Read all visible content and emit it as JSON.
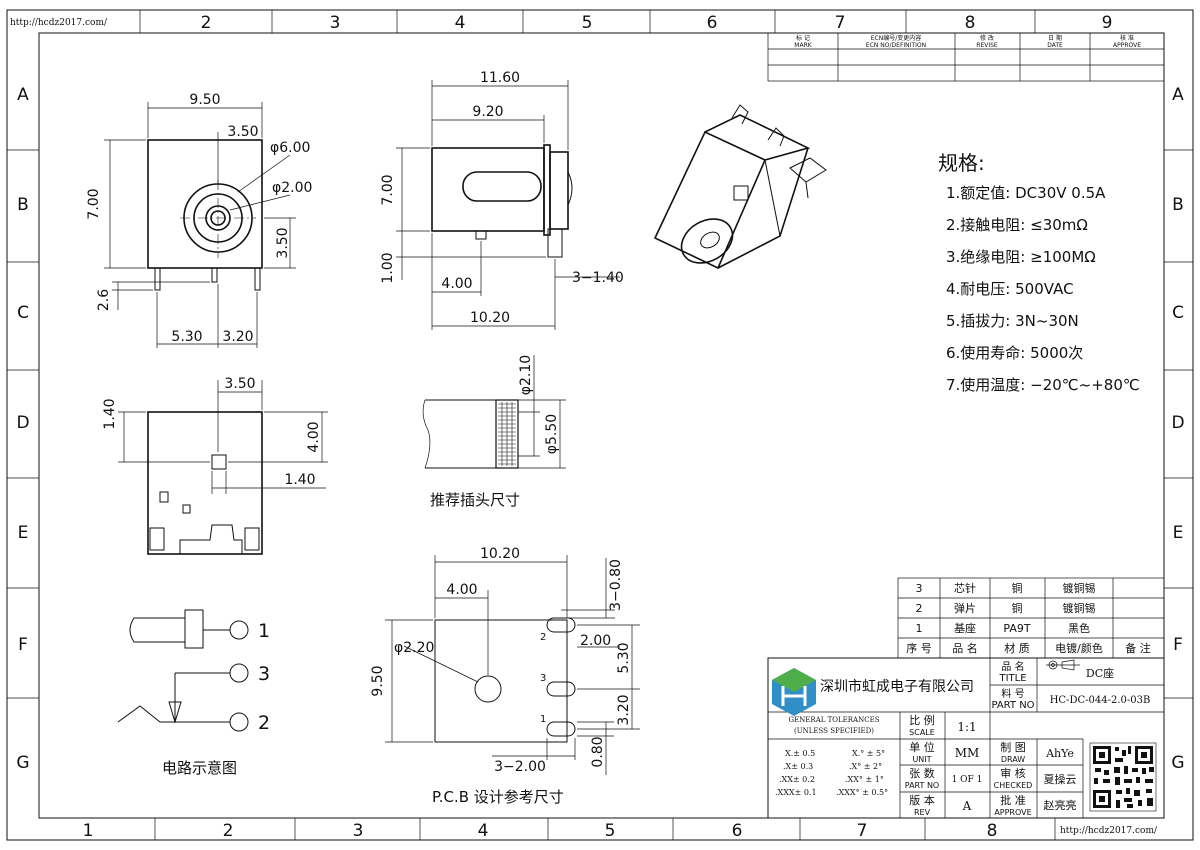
{
  "url_text": "http://hcdz2017.com/",
  "grid": {
    "top_cols": [
      "2",
      "3",
      "4",
      "5",
      "6",
      "7",
      "8",
      "9"
    ],
    "bottom_cols": [
      "1",
      "2",
      "3",
      "4",
      "5",
      "6",
      "7",
      "8"
    ],
    "rows": [
      "A",
      "B",
      "C",
      "D",
      "E",
      "F",
      "G"
    ]
  },
  "revision_block": {
    "cols": [
      {
        "cn": "标 记",
        "en": "MARK"
      },
      {
        "cn": "ECN编号/变更内容",
        "en": "ECN NO/DEFINITION"
      },
      {
        "cn": "修 改",
        "en": "REVISE"
      },
      {
        "cn": "日 期",
        "en": "DATE"
      },
      {
        "cn": "核 准",
        "en": "APPROVE"
      }
    ]
  },
  "front_view": {
    "dims": [
      "9.50",
      "3.50",
      "φ6.00",
      "φ2.00",
      "7.00",
      "3.50",
      "2.6",
      "5.30",
      "3.20"
    ]
  },
  "side_view": {
    "dims": [
      "11.60",
      "9.20",
      "7.00",
      "1.00",
      "4.00",
      "3−1.40",
      "10.20"
    ]
  },
  "bottom_view": {
    "dims": [
      "3.50",
      "1.40",
      "4.00",
      "1.40"
    ]
  },
  "plug_view": {
    "dims": [
      "φ2.10",
      "φ5.50"
    ],
    "caption": "推荐插头尺寸"
  },
  "circuit": {
    "pins": [
      "1",
      "3",
      "2"
    ],
    "caption": "电路示意图"
  },
  "pcb": {
    "dims": [
      "10.20",
      "4.00",
      "3−0.80",
      "φ2.20",
      "2.00",
      "9.50",
      "5.30",
      "3.20",
      "0.80",
      "3−2.00"
    ],
    "pad_labels": [
      "2",
      "3",
      "1"
    ],
    "caption": "P.C.B 设计参考尺寸"
  },
  "specs": {
    "title": "规格:",
    "items": [
      "1.额定值: DC30V 0.5A",
      "2.接触电阻: ≤30mΩ",
      "3.绝缘电阻: ≥100MΩ",
      "4.耐电压: 500VAC",
      "5.插拔力: 3N~30N",
      "6.使用寿命: 5000次",
      "7.使用温度: −20℃~+80℃"
    ]
  },
  "bom": {
    "rows": [
      {
        "no": "3",
        "name": "芯针",
        "material": "铜",
        "finish": "镀铜锡",
        "note": ""
      },
      {
        "no": "2",
        "name": "弹片",
        "material": "铜",
        "finish": "镀铜锡",
        "note": ""
      },
      {
        "no": "1",
        "name": "基座",
        "material": "PA9T",
        "finish": "黑色",
        "note": ""
      }
    ],
    "header": {
      "no": "序 号",
      "name": "品 名",
      "material": "材 质",
      "finish": "电镀/颜色",
      "note": "备 注"
    }
  },
  "title_block": {
    "company": "深圳市虹成电子有限公司",
    "title_label_cn": "品 名",
    "title_label_en": "TITLE",
    "title_value": "DC座",
    "part_label_cn": "料 号",
    "part_label_en": "PART NO",
    "part_value": "HC-DC-044-2.0-03B",
    "tol_title": "GENERAL TOLERANCES",
    "tol_sub": "(UNLESS SPECIFIED)",
    "tol_left": [
      "X.± 0.5",
      ".X± 0.3",
      ".XX± 0.2",
      ".XXX± 0.1"
    ],
    "tol_right": [
      "X.° ± 5°",
      ".X° ± 2°",
      ".XX° ± 1°",
      ".XXX° ± 0.5°"
    ],
    "scale_cn": "比 例",
    "scale_en": "SCALE",
    "scale_value": "1:1",
    "unit_cn": "单 位",
    "unit_en": "UNIT",
    "unit_value": "MM",
    "sheet_cn": "张 数",
    "sheet_en": "PART NO",
    "sheet_value": "1 OF 1",
    "rev_cn": "版 本",
    "rev_en": "REV",
    "rev_value": "A",
    "draw_cn": "制 图",
    "draw_en": "DRAW",
    "draw_value": "AhYe",
    "check_cn": "审 核",
    "check_en": "CHECKED",
    "check_value": "夏操云",
    "approve_cn": "批 准",
    "approve_en": "APPROVE",
    "approve_value": "赵亮亮"
  },
  "colors": {
    "line": "#111111",
    "logo_green": "#4fae4a",
    "logo_blue": "#2f8fc6"
  }
}
